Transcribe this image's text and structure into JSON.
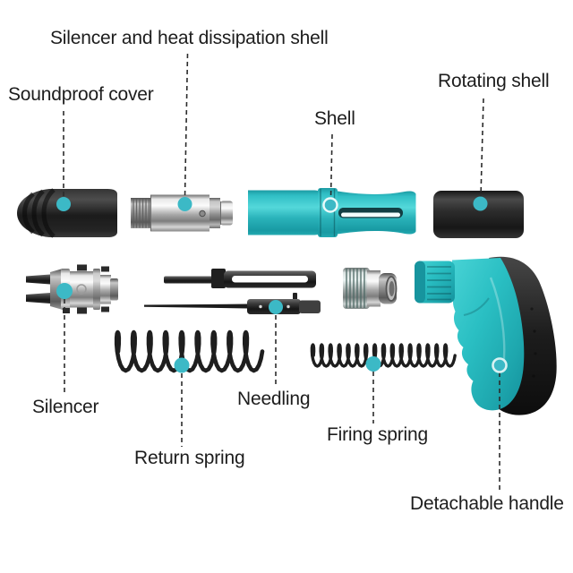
{
  "labels": {
    "silencer_heat_shell": "Silencer and heat dissipation shell",
    "soundproof_cover": "Soundproof cover",
    "shell": "Shell",
    "rotating_shell": "Rotating shell",
    "silencer": "Silencer",
    "needling": "Needling",
    "return_spring": "Return spring",
    "firing_spring": "Firing spring",
    "detachable_handle": "Detachable handle"
  },
  "colors": {
    "accent_teal": "#2bb6bd",
    "callout_dot": "#3cb9c6",
    "label_ink": "#1d1d1d",
    "part_black": "#1f1f1f",
    "leader_line": "#2b2b2b"
  }
}
